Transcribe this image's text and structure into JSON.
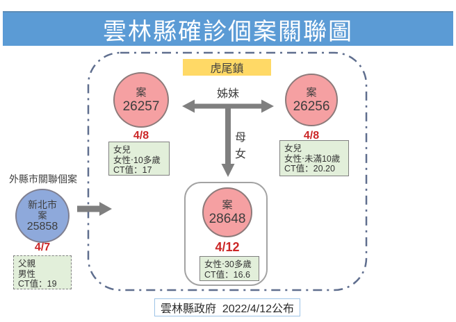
{
  "title": "雲林縣確診個案關聯圖",
  "town_tag": "虎尾鎮",
  "outside_section_label": "外縣市關聯個案",
  "relations": {
    "sisters": "姊妹",
    "mother_daughter": [
      "母",
      "女"
    ]
  },
  "cases": {
    "left": {
      "label": "案",
      "number": "26257",
      "date": "4/8",
      "info": [
        "女兒",
        "女性‧10多歲",
        "CT值：17"
      ]
    },
    "right": {
      "label": "案",
      "number": "26256",
      "date": "4/8",
      "info": [
        "女兒",
        "女性‧未滿10歲",
        "CT值：20.20"
      ]
    },
    "center": {
      "label": "案",
      "number": "28648",
      "date": "4/12",
      "info": [
        "女性‧30多歲",
        "CT值：16.6"
      ]
    },
    "external": {
      "city": "新北市",
      "label": "案",
      "number": "25858",
      "date": "4/7",
      "info": [
        "父親",
        "男性",
        "CT值：19"
      ]
    }
  },
  "footer": {
    "text": "雲林縣政府  2022/4/12公布"
  },
  "colors": {
    "banner_blue": "#5B9BD5",
    "case_circle_pink": "#F5A0A2",
    "external_circle_blue": "#8EA9DB",
    "town_tag_yellow": "#FFD966",
    "info_box_green": "#E2EFDA",
    "date_red": "#CB2626",
    "arrow_gray": "#7F7F7F",
    "cluster_border_slate": "#5F6E8E"
  }
}
